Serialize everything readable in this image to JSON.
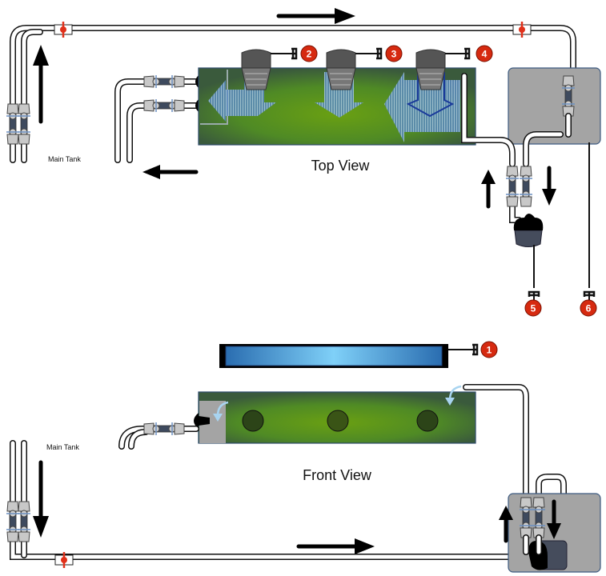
{
  "title": "Refugium plumbing diagram",
  "views": {
    "top": {
      "label": "Top View"
    },
    "front": {
      "label": "Front View"
    }
  },
  "labels": {
    "main_tank_top": "Main Tank",
    "main_tank_front": "Main Tank"
  },
  "markers": [
    {
      "id": 1,
      "text": "1",
      "component": "light-fixture"
    },
    {
      "id": 2,
      "text": "2",
      "component": "spray-bar-left"
    },
    {
      "id": 3,
      "text": "3",
      "component": "spray-bar-middle"
    },
    {
      "id": 4,
      "text": "4",
      "component": "spray-bar-right"
    },
    {
      "id": 5,
      "text": "5",
      "component": "return-pump"
    },
    {
      "id": 6,
      "text": "6",
      "component": "sump-equipment"
    }
  ],
  "colors": {
    "marker": "#d62a10",
    "refugium_center": "#6aa012",
    "refugium_edge": "#3a5a3c",
    "sump": "#a4a4a4",
    "light_center": "#7fd0f8",
    "light_edge": "#2a6db0",
    "valve": "#e0301a"
  }
}
